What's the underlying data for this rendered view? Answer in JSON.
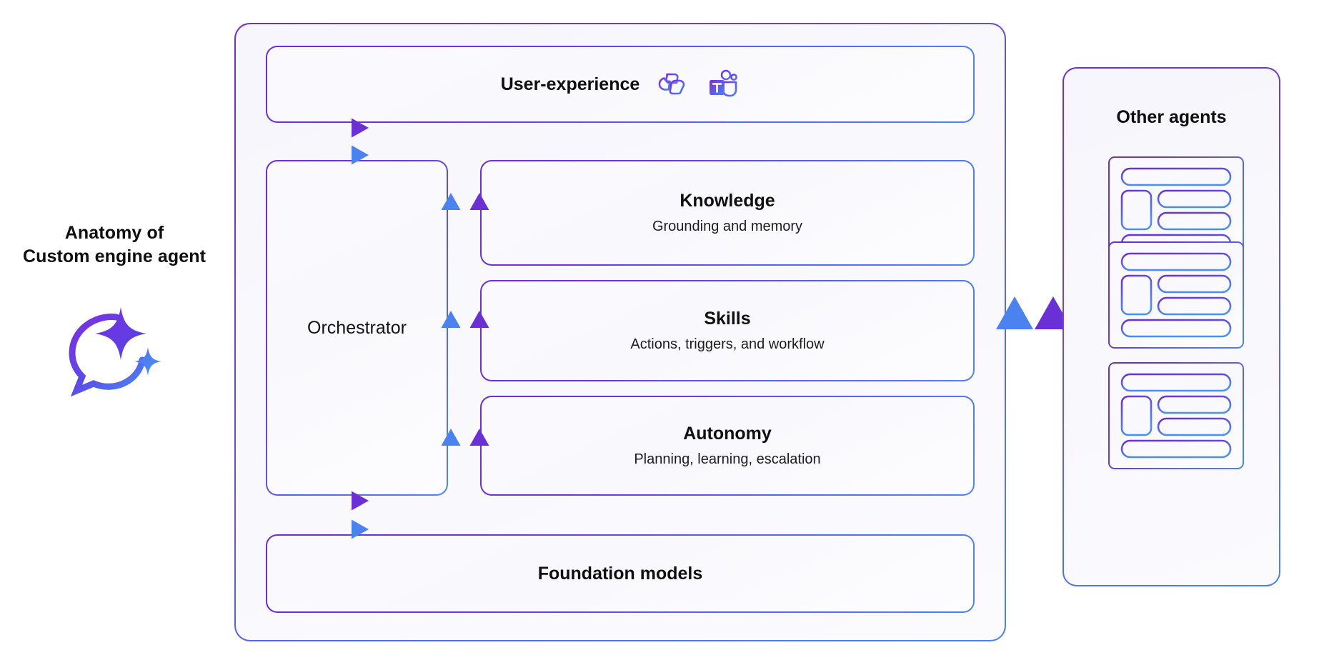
{
  "caption": {
    "line1": "Anatomy of",
    "line2": "Custom engine agent",
    "logo_icon": "copilot-sparkle-icon"
  },
  "main_panel": {
    "name": "custom-engine-agent-panel",
    "user_experience": {
      "title": "User-experience",
      "icons": [
        {
          "name": "microsoft-365-copilot-icon",
          "label": "Microsoft 365 Copilot"
        },
        {
          "name": "microsoft-teams-icon",
          "label": "Microsoft Teams"
        }
      ]
    },
    "orchestrator": {
      "title": "Orchestrator"
    },
    "capabilities": [
      {
        "title": "Knowledge",
        "subtitle": "Grounding and memory"
      },
      {
        "title": "Skills",
        "subtitle": "Actions, triggers, and workflow"
      },
      {
        "title": "Autonomy",
        "subtitle": "Planning, learning, escalation"
      }
    ],
    "foundation": {
      "title": "Foundation models"
    }
  },
  "other_agents": {
    "title": "Other agents",
    "cards": [
      {
        "name": "agent-card"
      },
      {
        "name": "agent-card"
      },
      {
        "name": "agent-card"
      }
    ]
  },
  "connectors": [
    {
      "name": "ux-orchestrator-connector",
      "style": "solid",
      "direction": "bidirectional",
      "orientation": "vertical"
    },
    {
      "name": "orchestrator-knowledge-connector",
      "style": "solid",
      "direction": "bidirectional",
      "orientation": "horizontal"
    },
    {
      "name": "orchestrator-skills-connector",
      "style": "solid",
      "direction": "bidirectional",
      "orientation": "horizontal"
    },
    {
      "name": "orchestrator-autonomy-connector",
      "style": "solid",
      "direction": "bidirectional",
      "orientation": "horizontal"
    },
    {
      "name": "orchestrator-foundation-connector",
      "style": "solid",
      "direction": "bidirectional",
      "orientation": "vertical"
    },
    {
      "name": "agent-to-agent-connector",
      "style": "dotted",
      "direction": "bidirectional",
      "orientation": "horizontal"
    }
  ],
  "colors": {
    "purple": "#6b2fd6",
    "blue": "#4a82f0",
    "indigo": "#5b5fe0",
    "panel_fill": "#f8f8fd",
    "text": "#0f0f0f"
  }
}
